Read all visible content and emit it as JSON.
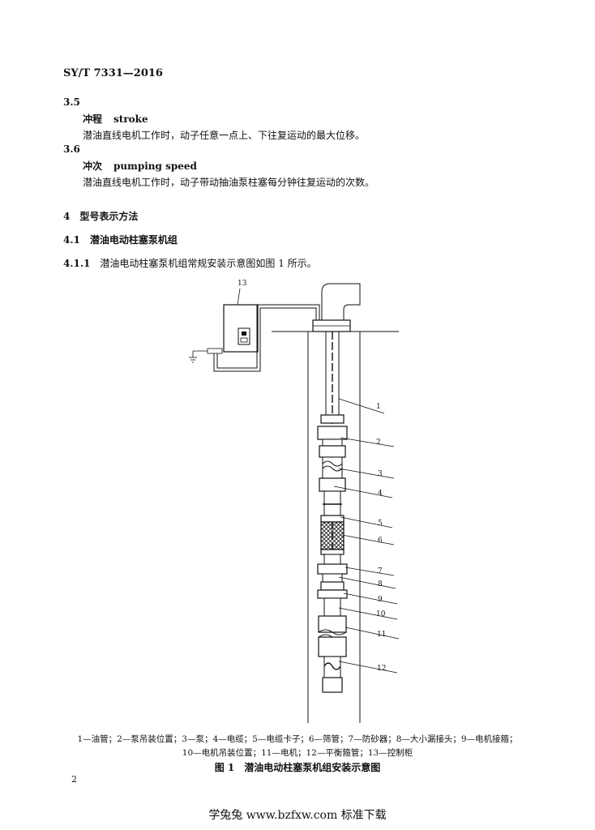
{
  "header": {
    "standard_code": "SY/T  7331—2016"
  },
  "clauses": [
    {
      "number": "3.5",
      "term_cn": "冲程",
      "term_en": "stroke",
      "definition": "潜油直线电机工作时，动子任意一点上、下往复运动的最大位移。"
    },
    {
      "number": "3.6",
      "term_cn": "冲次",
      "term_en": "pumping speed",
      "definition": "潜油直线电机工作时，动子带动抽油泵柱塞每分钟往复运动的次数。"
    }
  ],
  "section4": {
    "number": "4",
    "title": "型号表示方法"
  },
  "section41": {
    "number": "4.1",
    "title": "潜油电动柱塞泵机组"
  },
  "section411": {
    "number": "4.1.1",
    "text": "潜油电动柱塞泵机组常规安装示意图如图 1 所示。"
  },
  "figure": {
    "callouts": [
      "1",
      "2",
      "3",
      "4",
      "5",
      "6",
      "7",
      "8",
      "9",
      "10",
      "11",
      "12",
      "13"
    ],
    "legend_line1": "1—油管；2—泵吊装位置；3—泵；4—电缆；5—电缆卡子；6—筛管；7—防砂器；8—大小漏接头；9—电机接箍；",
    "legend_line2": "10—电机吊装位置；11—电机；12—平衡箍管；13—控制柜",
    "caption_number": "图 1",
    "caption_title": "潜油电动柱塞泵机组安装示意图"
  },
  "page_number": "2",
  "footer_watermark": "学兔兔 www.bzfxw.com 标准下载"
}
